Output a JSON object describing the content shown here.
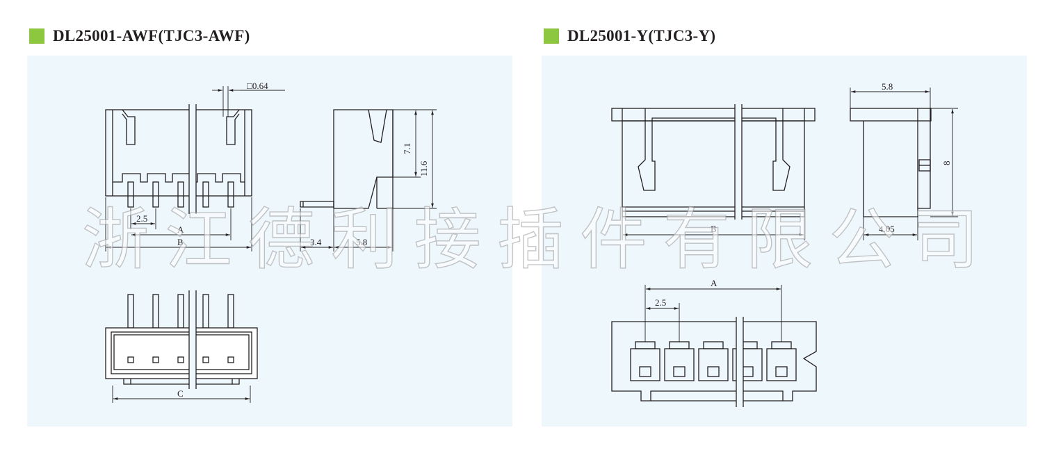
{
  "accent_color": "#8dc63f",
  "left": {
    "title": "DL25001-AWF(TJC3-AWF)",
    "front_view": {
      "pitch": "2.5",
      "dim_a": "A",
      "dim_b": "B",
      "pin_size": "□0.64"
    },
    "side_view": {
      "dim_h1": "7.1",
      "dim_h2": "11.6",
      "dim_w1": "3.4",
      "dim_w2": "5.8"
    },
    "bottom_view": {
      "dim_c": "C"
    }
  },
  "right": {
    "title": "DL25001-Y(TJC3-Y)",
    "front_view": {
      "dim_b": "B"
    },
    "side_view": {
      "dim_top": "5.8",
      "dim_h": "8",
      "dim_bottom": "4.05"
    },
    "bottom_view": {
      "dim_a": "A",
      "pitch": "2.5"
    }
  },
  "watermark": [
    "浙",
    "江",
    "德",
    "利",
    "接",
    "插",
    "件",
    "有",
    "限",
    "公",
    "司"
  ]
}
